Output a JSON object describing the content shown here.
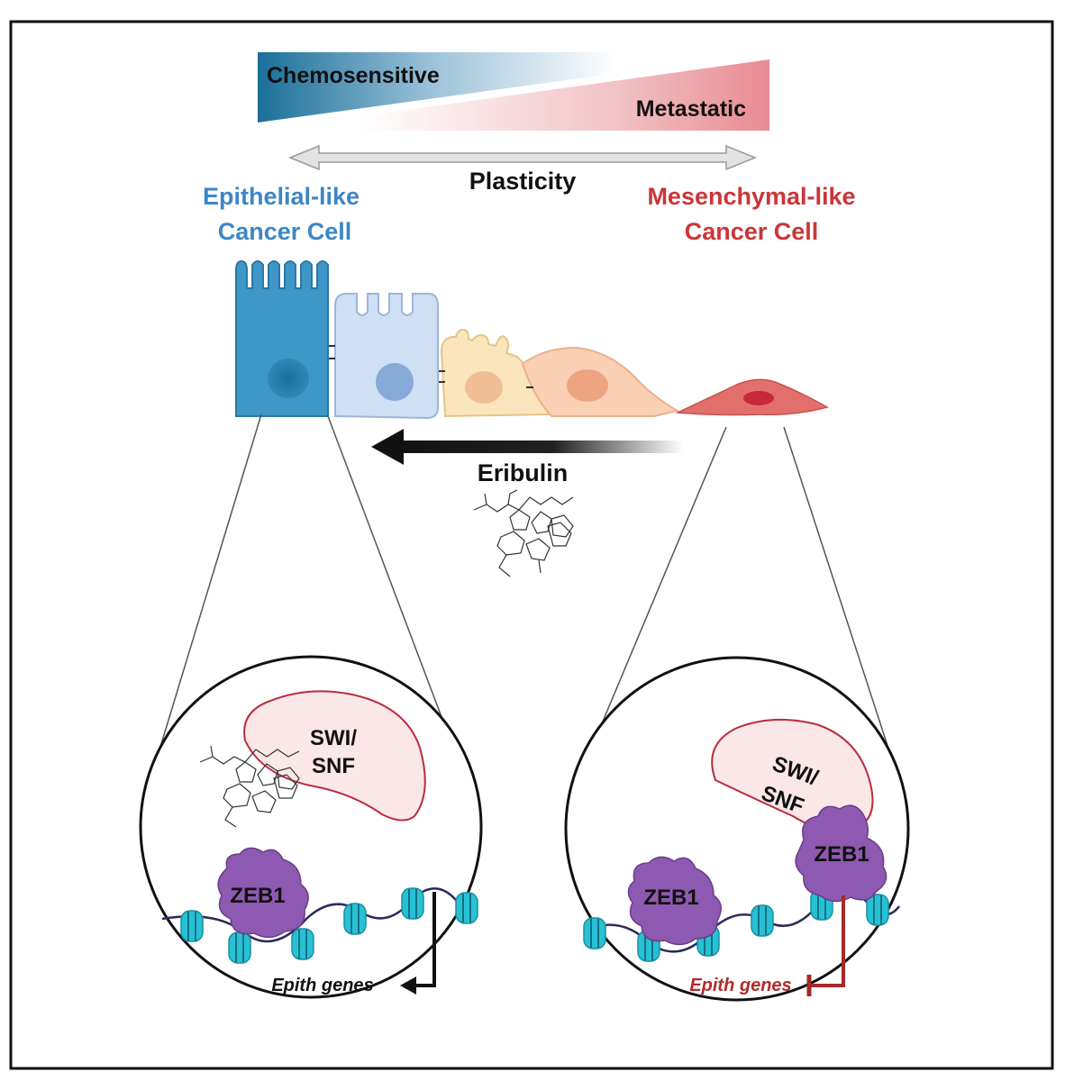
{
  "gradient": {
    "left_label": "Chemosensitive",
    "right_label": "Metastatic",
    "left_color": "#1a6f98",
    "right_color": "#e88b92"
  },
  "plasticity": {
    "label": "Plasticity"
  },
  "epithelial": {
    "line1": "Epithelial-like",
    "line2": "Cancer Cell",
    "color": "#3d86c6"
  },
  "mesenchymal": {
    "line1": "Mesenchymal-like",
    "line2": "Cancer Cell",
    "color": "#cc3538"
  },
  "drug": {
    "label": "Eribulin"
  },
  "left_zoom": {
    "complex_line1": "SWI/",
    "complex_line2": "SNF",
    "factor": "ZEB1",
    "genes": "Epith genes"
  },
  "right_zoom": {
    "complex_line1": "SWI/",
    "complex_line2": "SNF",
    "factor_a": "ZEB1",
    "factor_b": "ZEB1",
    "genes": "Epith genes",
    "repress_color": "#a52a2a"
  }
}
